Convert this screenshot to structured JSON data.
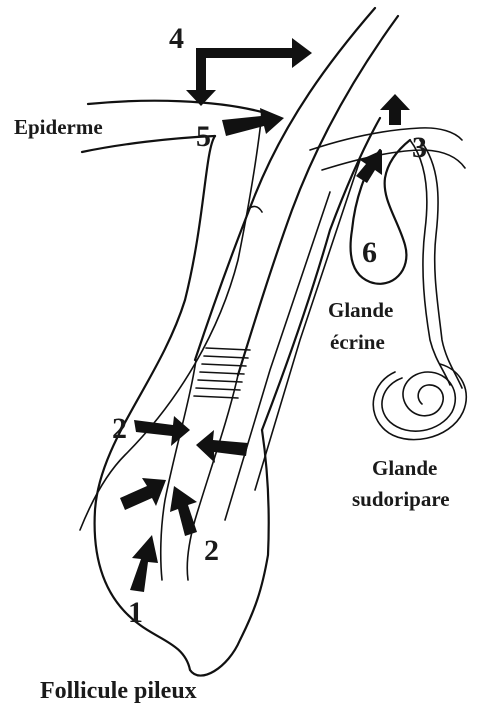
{
  "labels": {
    "epiderme": "Epiderme",
    "glande_ecrine_1": "Glande",
    "glande_ecrine_2": "écrine",
    "glande_sudoripare_1": "Glande",
    "glande_sudoripare_2": "sudoripare",
    "follicule_pileux": "Follicule pileux"
  },
  "numbers": {
    "n1": "1",
    "n2_left": "2",
    "n2_bottom": "2",
    "n3": "3",
    "n4": "4",
    "n5": "5",
    "n6": "6"
  },
  "colors": {
    "ink": "#111111",
    "background": "#ffffff"
  }
}
